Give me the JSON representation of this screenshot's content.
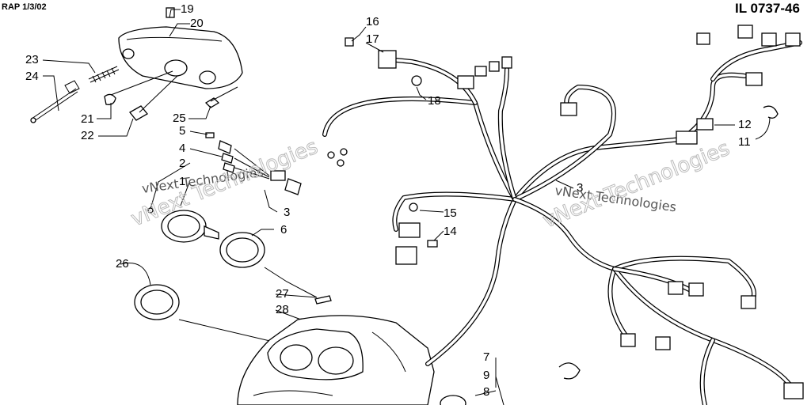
{
  "header": {
    "date_code": "RAP 1/3/02",
    "illustration_code": "IL 0737-46"
  },
  "watermarks": [
    {
      "id": "wm-1a",
      "text": "vNext Technologies"
    },
    {
      "id": "wm-1b",
      "text": "vNext Technologies"
    },
    {
      "id": "wm-2a",
      "text": "vNext Technologies"
    },
    {
      "id": "wm-2b",
      "text": "vNext Technologies"
    }
  ],
  "callouts": [
    {
      "id": "c19",
      "label": "19"
    },
    {
      "id": "c20",
      "label": "20"
    },
    {
      "id": "c23",
      "label": "23"
    },
    {
      "id": "c24",
      "label": "24"
    },
    {
      "id": "c21",
      "label": "21"
    },
    {
      "id": "c22",
      "label": "22"
    },
    {
      "id": "c25",
      "label": "25"
    },
    {
      "id": "c5",
      "label": "5"
    },
    {
      "id": "c4",
      "label": "4"
    },
    {
      "id": "c2",
      "label": "2"
    },
    {
      "id": "c1",
      "label": "1"
    },
    {
      "id": "c3a",
      "label": "3"
    },
    {
      "id": "c6",
      "label": "6"
    },
    {
      "id": "c26",
      "label": "26"
    },
    {
      "id": "c27",
      "label": "27"
    },
    {
      "id": "c28",
      "label": "28"
    },
    {
      "id": "c16",
      "label": "16"
    },
    {
      "id": "c17",
      "label": "17"
    },
    {
      "id": "c18",
      "label": "18"
    },
    {
      "id": "c15",
      "label": "15"
    },
    {
      "id": "c14",
      "label": "14"
    },
    {
      "id": "c3b",
      "label": "3"
    },
    {
      "id": "c12",
      "label": "12"
    },
    {
      "id": "c11",
      "label": "11"
    },
    {
      "id": "c7",
      "label": "7"
    },
    {
      "id": "c9",
      "label": "9"
    },
    {
      "id": "c8",
      "label": "8"
    }
  ]
}
